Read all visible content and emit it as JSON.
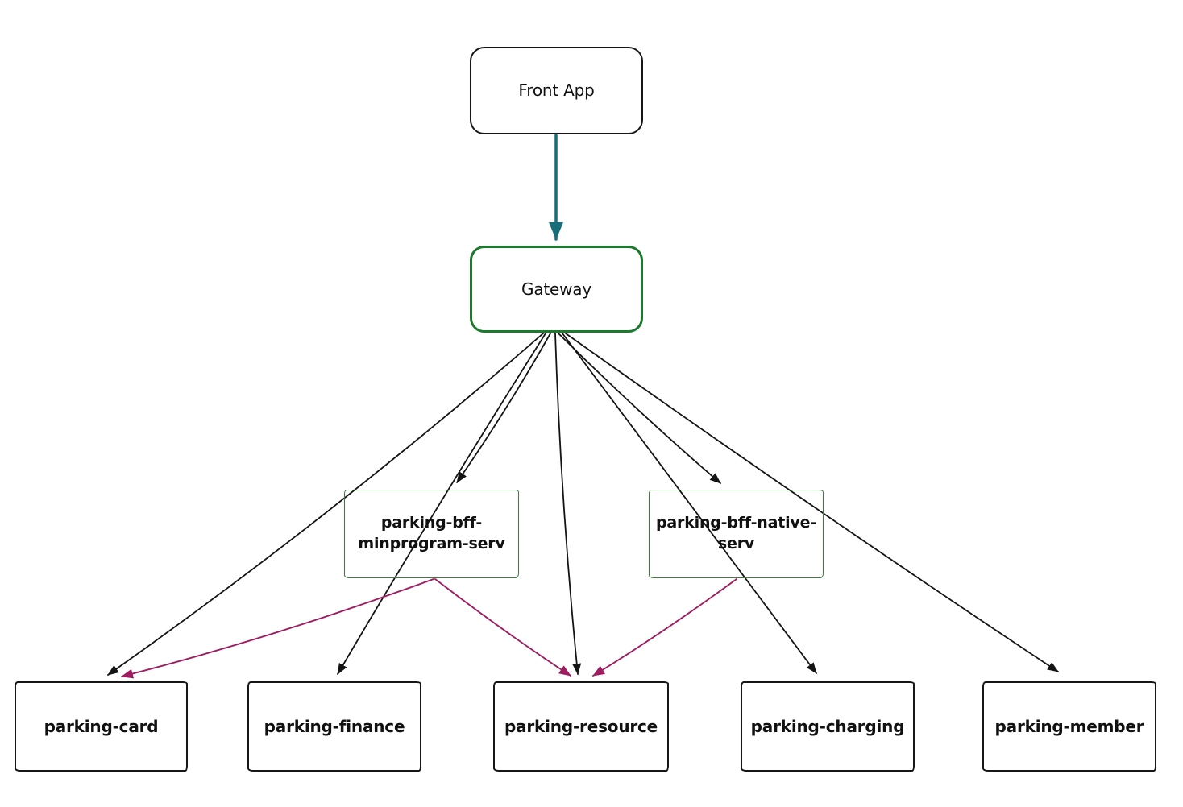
{
  "diagram": {
    "background": "#ffffff",
    "nodes": {
      "front_app": {
        "label": "Front App"
      },
      "gateway": {
        "label": "Gateway"
      },
      "bff_minprogram": {
        "label": "parking-bff-\nminprogram-serv"
      },
      "bff_native": {
        "label": "parking-bff-native-\nserv"
      },
      "card": {
        "label": "parking-card"
      },
      "finance": {
        "label": "parking-finance"
      },
      "resource": {
        "label": "parking-resource"
      },
      "charging": {
        "label": "parking-charging"
      },
      "member": {
        "label": "parking-member"
      }
    },
    "edges": [
      {
        "from": "front_app",
        "to": "gateway",
        "color": "teal"
      },
      {
        "from": "gateway",
        "to": "card",
        "color": "black"
      },
      {
        "from": "gateway",
        "to": "finance",
        "color": "black"
      },
      {
        "from": "gateway",
        "to": "bff_minprogram",
        "color": "black"
      },
      {
        "from": "gateway",
        "to": "resource",
        "color": "black"
      },
      {
        "from": "gateway",
        "to": "bff_native",
        "color": "black"
      },
      {
        "from": "gateway",
        "to": "charging",
        "color": "black"
      },
      {
        "from": "gateway",
        "to": "member",
        "color": "black"
      },
      {
        "from": "bff_minprogram",
        "to": "card",
        "color": "maroon"
      },
      {
        "from": "bff_minprogram",
        "to": "resource",
        "color": "maroon"
      },
      {
        "from": "bff_native",
        "to": "resource",
        "color": "maroon"
      }
    ],
    "colors": {
      "teal": "#176e78",
      "black": "#141414",
      "maroon": "#9e1c5f",
      "gateway_border": "#1b7a2b",
      "bff_border": "#3c7d3c",
      "node_border": "#161616",
      "text": "#111111"
    }
  }
}
